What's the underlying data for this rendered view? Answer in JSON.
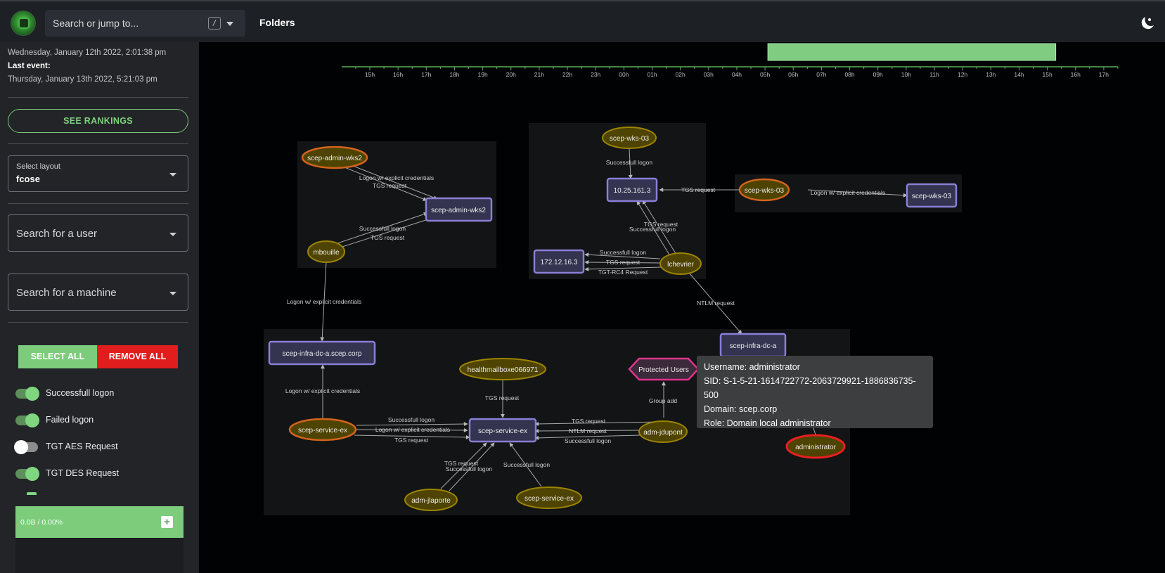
{
  "topbar": {
    "search_placeholder": "Search or jump to...",
    "shortcut_key": "/",
    "folders_label": "Folders"
  },
  "sidebar": {
    "first_event_time": "Wednesday, January 12th 2022, 2:01:38 pm",
    "last_event_label": "Last event:",
    "last_event_time": "Thursday, January 13th 2022, 5:21:03 pm",
    "rankings_button": "SEE RANKINGS",
    "layout_label": "Select layout",
    "layout_value": "fcose",
    "user_search_placeholder": "Search for a user",
    "machine_search_placeholder": "Search for a machine",
    "select_all": "SELECT ALL",
    "remove_all": "REMOVE ALL",
    "filters": [
      {
        "label": "Successfull logon",
        "on": true
      },
      {
        "label": "Failed logon",
        "on": true
      },
      {
        "label": "TGT AES Request",
        "on": false
      },
      {
        "label": "TGT DES Request",
        "on": true
      }
    ],
    "status_text": "0.0B / 0.00%"
  },
  "timeline": {
    "ticks": [
      "15h",
      "16h",
      "17h",
      "18h",
      "19h",
      "20h",
      "21h",
      "22h",
      "23h",
      "00h",
      "01h",
      "02h",
      "03h",
      "04h",
      "05h",
      "06h",
      "07h",
      "08h",
      "09h",
      "10h",
      "11h",
      "12h",
      "13h",
      "14h",
      "15h",
      "16h",
      "17h"
    ],
    "selection_start_index": 14.1,
    "selection_end_index": 24.3
  },
  "graph": {
    "nodes": [
      {
        "id": "n1",
        "label": "scep-admin-wks2",
        "type": "user-admin"
      },
      {
        "id": "n2",
        "label": "scep-admin-wks2",
        "type": "machine"
      },
      {
        "id": "n3",
        "label": "mbouille",
        "type": "user"
      },
      {
        "id": "n4",
        "label": "scep-wks-03",
        "type": "user"
      },
      {
        "id": "n5",
        "label": "10.25.161.3",
        "type": "machine"
      },
      {
        "id": "n6",
        "label": "scep-wks-03",
        "type": "user-admin"
      },
      {
        "id": "n7",
        "label": "scep-wks-03",
        "type": "machine"
      },
      {
        "id": "n8",
        "label": "172.12.16.3",
        "type": "machine"
      },
      {
        "id": "n9",
        "label": "lchevrier",
        "type": "user"
      },
      {
        "id": "n10",
        "label": "scep-infra-dc-a.scep.corp",
        "type": "machine"
      },
      {
        "id": "n11",
        "label": "scep-infra-dc-a",
        "type": "machine"
      },
      {
        "id": "n12",
        "label": "healthmailboxe066971",
        "type": "user"
      },
      {
        "id": "n13",
        "label": "Protected Users",
        "type": "group"
      },
      {
        "id": "n14",
        "label": "scep-service-ex",
        "type": "user-admin"
      },
      {
        "id": "n15",
        "label": "scep-service-ex",
        "type": "machine"
      },
      {
        "id": "n16",
        "label": "adm-jdupont",
        "type": "user"
      },
      {
        "id": "n17",
        "label": "administrator",
        "type": "user-selected"
      },
      {
        "id": "n18",
        "label": "adm-jlaporte",
        "type": "user"
      },
      {
        "id": "n19",
        "label": "scep-service-ex",
        "type": "user"
      }
    ],
    "edge_labels": {
      "e1a": "Logon w/ explicit credentials",
      "e1b": "TGS request",
      "e2a": "Successfull logon",
      "e2b": "TGS request",
      "e3": "Successfull logon",
      "e4": "TGS request",
      "e5": "Logon w/ explicit credentials",
      "e6a": "TGS request",
      "e6b": "Successfull logon",
      "e7a": "Successfull logon",
      "e7b": "TGS request",
      "e7c": "TGT-RC4 Request",
      "e8": "NTLM request",
      "e9": "Logon w/ explicit credentials",
      "e10": "Logon w/ explicit credentials",
      "e11a": "Successfull logon",
      "e11b": "Logon w/ explicit credentials",
      "e11c": "TGS request",
      "e12": "TGS request",
      "e13": "Group add",
      "e14a": "TGS request",
      "e14b": "NTLM request",
      "e14c": "Successfull logon",
      "e15a": "TGS request",
      "e15b": "Successfull logon",
      "e16": "Successfull logon"
    }
  },
  "tooltip": {
    "username": "Username: administrator",
    "sid": "SID: S-1-5-21-1614722772-2063729921-1886836735-500",
    "domain": "Domain: scep.corp",
    "role": "Role: Domain local administrator"
  },
  "colors": {
    "accent_green": "#7ccc7c",
    "danger_red": "#e11d1d",
    "machine_border": "#8a7fd6",
    "user_fill": "#4e4300",
    "admin_border": "#d3641c",
    "selected_border": "#e81f1f",
    "group_border": "#e0338c"
  }
}
